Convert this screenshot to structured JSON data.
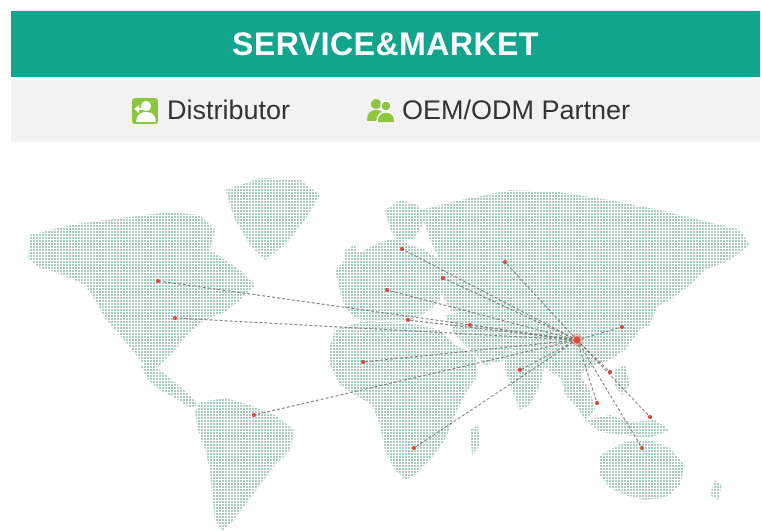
{
  "banner": {
    "title": "SERVICE&MARKET"
  },
  "legend": {
    "items": [
      {
        "label": "Distributor",
        "icon": "distributor-person-icon"
      },
      {
        "label": "OEM/ODM  Partner",
        "icon": "partner-people-icon"
      }
    ]
  },
  "colors": {
    "banner": "#11a58e",
    "legend_bg": "#f2f2f2",
    "land": "#a9cdbf",
    "route": "#7a7a7a",
    "marker": "#e0463c",
    "icon": "#8cc63f"
  },
  "map": {
    "hub": "China"
  }
}
